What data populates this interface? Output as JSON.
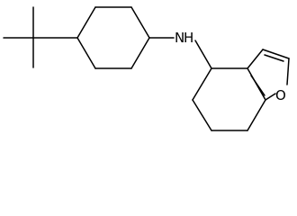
{
  "structure": {
    "atom_labels": {
      "amine_nitrogen": "N",
      "amine_hydrogen": "H",
      "furan_oxygen": "O"
    },
    "colors": {
      "bond": "#000000",
      "label": "#000000",
      "background": "#ffffff"
    }
  }
}
